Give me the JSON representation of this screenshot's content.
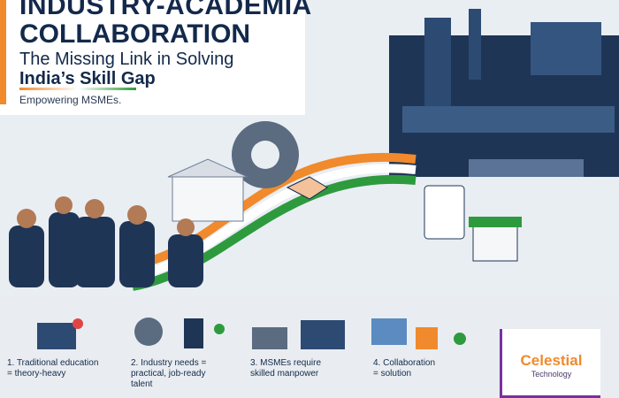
{
  "title": {
    "line1": "INDUSTRY-ACADEMIA",
    "line2": "COLLABORATION",
    "subtitle1": "The Missing Link in Solving",
    "subtitle2": "India’s Skill Gap",
    "tagline": "Empowering MSMEs."
  },
  "steps": [
    {
      "label": "1. Traditional education\n= theory-heavy",
      "icon": "book-weight-icon",
      "status": "x-icon"
    },
    {
      "label": "2. Industry needs =\npractical, job-ready\ntalent",
      "icon": "gear-wrench-icon",
      "status": "check-icon"
    },
    {
      "label": "3. MSMEs require\nskilled manpower",
      "icon": "factory-workers-icon",
      "status": "arrow-up-icon"
    },
    {
      "label": "4. Collaboration\n= solution",
      "icon": "handshake-puzzle-icon",
      "status": "check-icon"
    }
  ],
  "logo": {
    "name": "Celestial",
    "sub": "Technology"
  },
  "colors": {
    "navy": "#13294b",
    "orange": "#f08a2c",
    "green": "#2e9a3e",
    "purple": "#7a2fa0"
  }
}
